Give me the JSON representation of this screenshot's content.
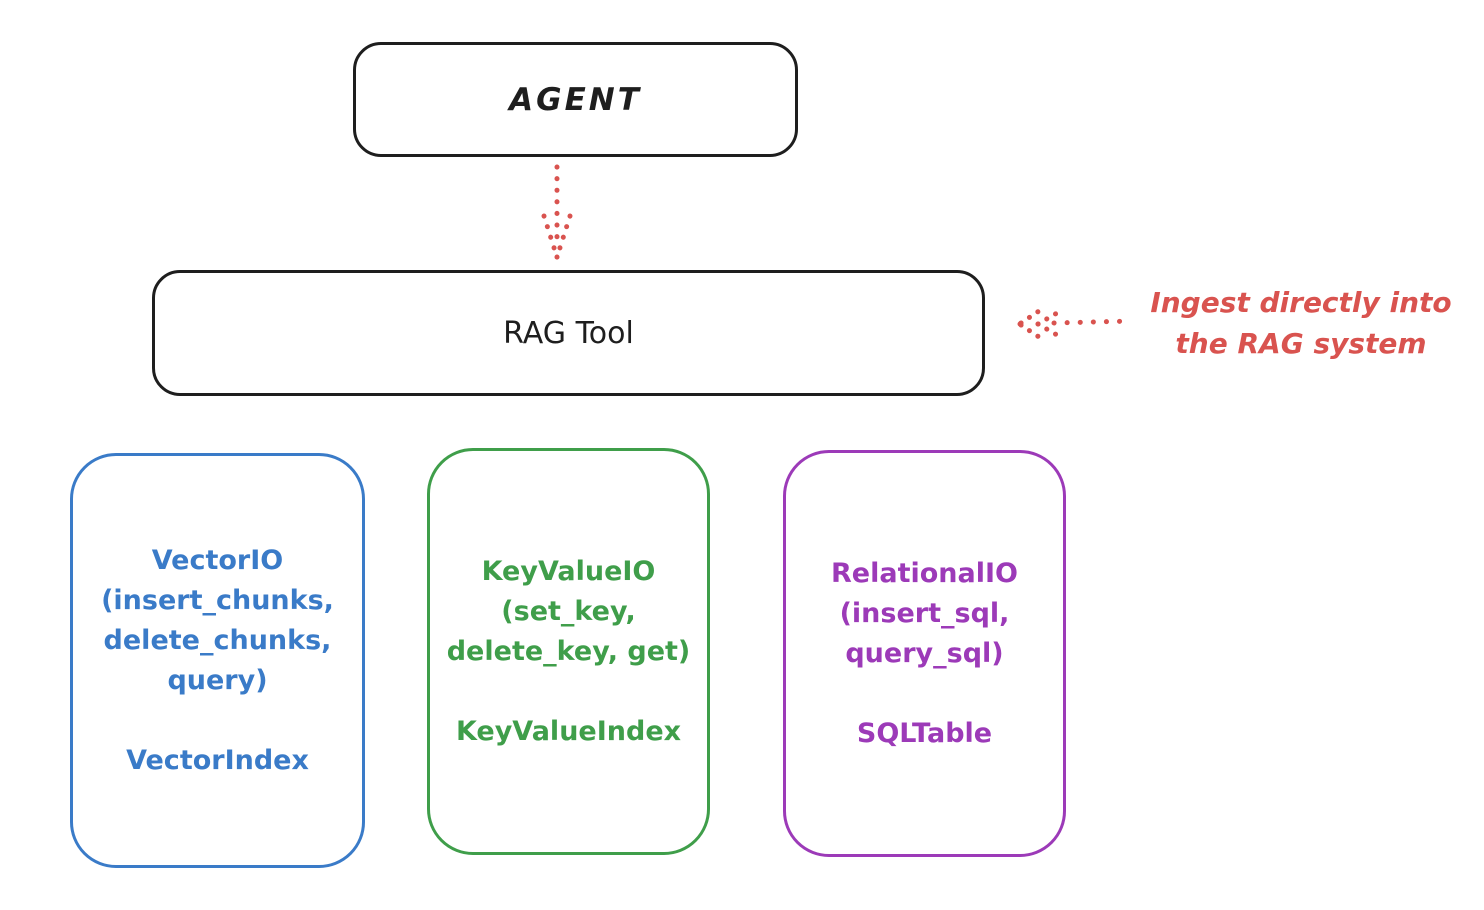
{
  "agent": {
    "label": "AGENT"
  },
  "rag_tool": {
    "label": "RAG Tool"
  },
  "ingest_note": {
    "line1": "Ingest directly into",
    "line2": "the RAG system"
  },
  "vector_box": {
    "line1": "VectorIO",
    "line2": "(insert_chunks,",
    "line3": "delete_chunks,",
    "line4": "query)",
    "index": "VectorIndex"
  },
  "keyvalue_box": {
    "line1": "KeyValueIO",
    "line2": "(set_key,",
    "line3": "delete_key, get)",
    "index": "KeyValueIndex"
  },
  "relational_box": {
    "line1": "RelationalIO",
    "line2": "(insert_sql,",
    "line3": "query_sql)",
    "index": "SQLTable"
  },
  "colors": {
    "outline_black": "#1e1e1e",
    "annotation_red": "#d9534f",
    "vector_blue": "#3a7bc8",
    "keyvalue_green": "#3f9e4a",
    "relational_purple": "#9c3ab8",
    "background": "#ffffff"
  }
}
